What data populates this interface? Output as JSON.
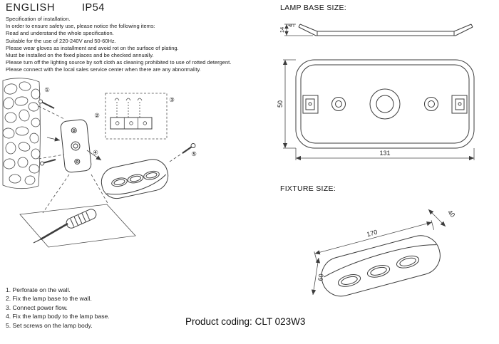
{
  "header": {
    "language": "ENGLISH",
    "ip_rating": "IP54"
  },
  "spec_lines": [
    "Specification of installation.",
    "In order to ensure safety use, please notice the following items:",
    "Read and understand the whole specification.",
    "Suitable for the use of 220-240V and 50-60Hz.",
    "Please wear gloves as installment and avoid rot on the surface of plating.",
    "Must be installed on the fixed places and be checked annually.",
    "Please turn off the lighting source by soft cloth as cleaning prohibited to use of rotted detergent.",
    "Please connect with the local sales service center when there are any abnormality."
  ],
  "steps": [
    "1. Perforate on the wall.",
    "2. Fix the lamp base to the wall.",
    "3. Connect power flow.",
    "4. Fix the lamp body to the lamp base.",
    "5. Set screws on the lamp body."
  ],
  "lamp_base_section": {
    "title": "LAMP BASE SIZE:",
    "dim_thickness": "14",
    "dim_lip": "4",
    "dim_height": "50",
    "dim_width": "131"
  },
  "fixture_section": {
    "title": "FIXTURE SIZE:",
    "dim_length": "170",
    "dim_depth": "40",
    "dim_height": "60"
  },
  "diagram_markers": {
    "m1": "①",
    "m2": "②",
    "m3": "③",
    "m4": "④",
    "m5": "⑤"
  },
  "product_coding": {
    "label": "Product coding:",
    "code": "CLT 023W3"
  },
  "colors": {
    "ink": "#1a1a1a",
    "line": "#3c3c3c"
  }
}
